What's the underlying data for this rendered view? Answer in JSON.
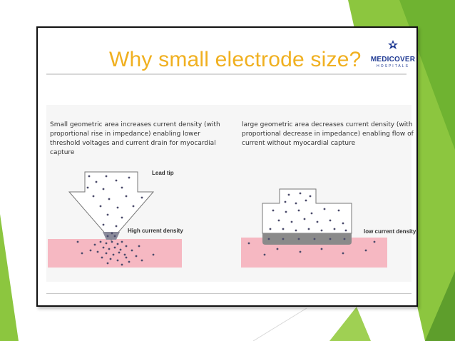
{
  "slide": {
    "title": "Why small electrode size?",
    "logo": {
      "name": "MEDICOVER",
      "sub": "HOSPITALS",
      "icon": "medicover-star-logo"
    }
  },
  "left_panel": {
    "caption": "Small geometric area increases current density (with proportional  rise in impedance) enabling lower threshold voltages and current drain for myocardial capture",
    "label_tip": "Lead tip",
    "label_density": "High current density"
  },
  "right_panel": {
    "caption": "large geometric area decreases current density (with proportional  decrease in  impedance) enabling flow of current without myocardial capture",
    "label_density": "low current density"
  },
  "colors": {
    "title": "#f0b020",
    "tissue": "#f6b8c2",
    "dot": "#4a4a6a",
    "electrode_band": "#8a8a8a",
    "deco_green": "#8cc63f",
    "deco_dark_green": "#5e9e2c"
  }
}
